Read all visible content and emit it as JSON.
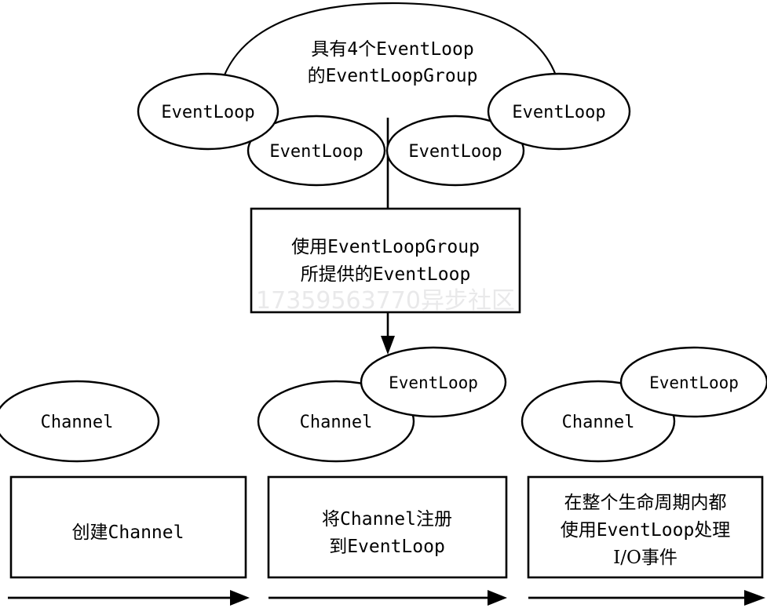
{
  "diagram": {
    "title_text": "",
    "colors": {
      "stroke": "#000000",
      "fill": "#ffffff",
      "watermark": "#e9e9ea"
    },
    "cloud": {
      "name": "event-loop-group-cloud",
      "line1": "具有4个EventLoop",
      "line2": "的EventLoopGroup"
    },
    "group_event_loops": [
      {
        "label": "EventLoop"
      },
      {
        "label": "EventLoop"
      },
      {
        "label": "EventLoop"
      },
      {
        "label": "EventLoop"
      }
    ],
    "middle_box": {
      "line1": "使用EventLoopGroup",
      "line2": "所提供的EventLoop"
    },
    "watermark": "17359563770异步社区",
    "stage_shapes": [
      {
        "channel_label": "Channel",
        "event_loop_label": ""
      },
      {
        "channel_label": "Channel",
        "event_loop_label": "EventLoop"
      },
      {
        "channel_label": "Channel",
        "event_loop_label": "EventLoop"
      }
    ],
    "stage_boxes": [
      {
        "lines": [
          "创建Channel"
        ]
      },
      {
        "lines": [
          "将Channel注册",
          "到EventLoop"
        ]
      },
      {
        "lines": [
          "在整个生命周期内都",
          "使用EventLoop处理",
          "I/O事件"
        ]
      }
    ],
    "timeline_arrows": [
      {
        "name": "stage-1-arrow"
      },
      {
        "name": "stage-2-arrow"
      },
      {
        "name": "stage-3-arrow"
      }
    ]
  }
}
